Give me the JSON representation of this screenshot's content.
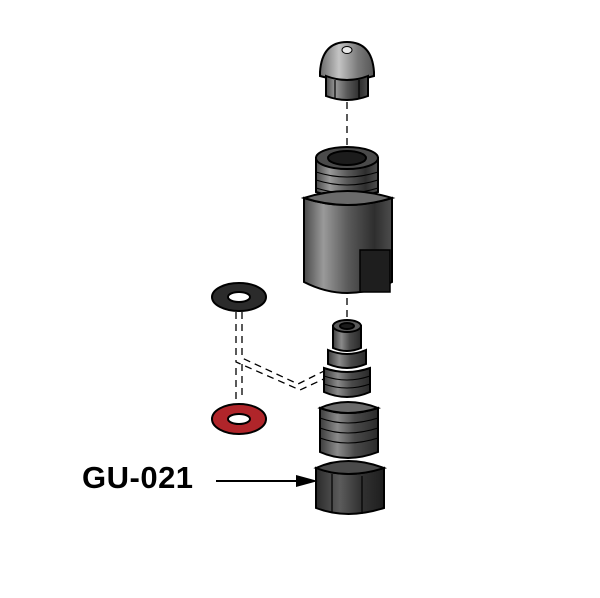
{
  "callout": {
    "part_number": "GU-021"
  },
  "colors": {
    "metal_dark": "#3a3a3a",
    "metal_mid": "#6e6e6e",
    "metal_light": "#a8a8a8",
    "seal_red": "#b0252a",
    "seal_black": "#2b2b2b",
    "outline": "#000000",
    "background": "#ffffff"
  },
  "parts": [
    {
      "name": "dome-cap"
    },
    {
      "name": "cylindrical-body"
    },
    {
      "name": "black-o-ring"
    },
    {
      "name": "red-washer"
    },
    {
      "name": "threaded-stem-fitting"
    }
  ]
}
